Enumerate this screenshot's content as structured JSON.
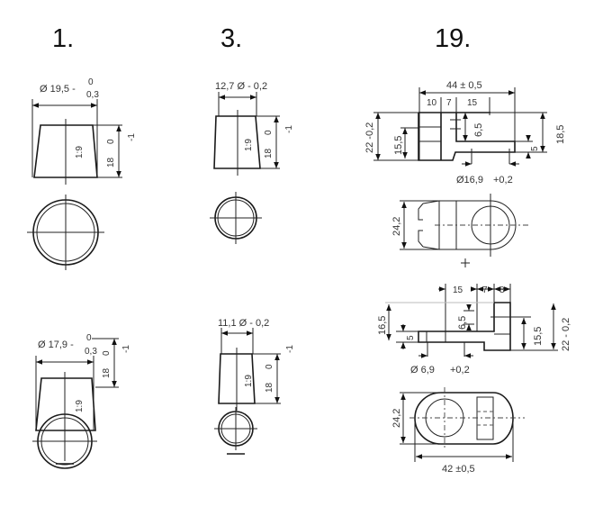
{
  "headings": [
    "1.",
    "3.",
    "19."
  ],
  "part1": {
    "top": {
      "diameter": "Ø 19,5 -",
      "tol_upper": "0",
      "tol_lower": "0,3",
      "taper": "1:9",
      "height": "18",
      "h_tol_upper": "0",
      "h_tol_lower": "-1"
    },
    "bottom": {
      "diameter": "Ø 17,9 -",
      "tol_upper": "0",
      "tol_lower": "0,3",
      "taper": "1:9",
      "height": "18",
      "h_tol_upper": "0",
      "h_tol_lower": "-1"
    }
  },
  "part3": {
    "top": {
      "diameter": "12,7 Ø - 0,2",
      "taper": "1:9",
      "height": "18",
      "h_tol_upper": "0",
      "h_tol_lower": "-1"
    },
    "bottom": {
      "diameter": "11,1 Ø - 0,2",
      "taper": "1:9",
      "height": "18",
      "h_tol_upper": "0",
      "h_tol_lower": "-1"
    }
  },
  "part19": {
    "top": {
      "length": "44 ± 0,5",
      "d10": "10",
      "d7": "7",
      "d15": "15",
      "height": "22 -0,2",
      "h155": "15,5",
      "h65": "6,5",
      "h185": "18,5",
      "h5": "5",
      "hole": "Ø16,9",
      "hole_tol": "+0,2",
      "width": "24,2"
    },
    "bottom": {
      "d15": "15",
      "d7": "7",
      "d8": "8",
      "h165": "16,5",
      "h5": "5",
      "h65": "6,5",
      "h155": "15,5",
      "height": "22 - 0,2",
      "hole": "Ø 6,9",
      "hole_tol": "+0,2",
      "width": "24,2",
      "length": "42 ±0,5"
    }
  }
}
